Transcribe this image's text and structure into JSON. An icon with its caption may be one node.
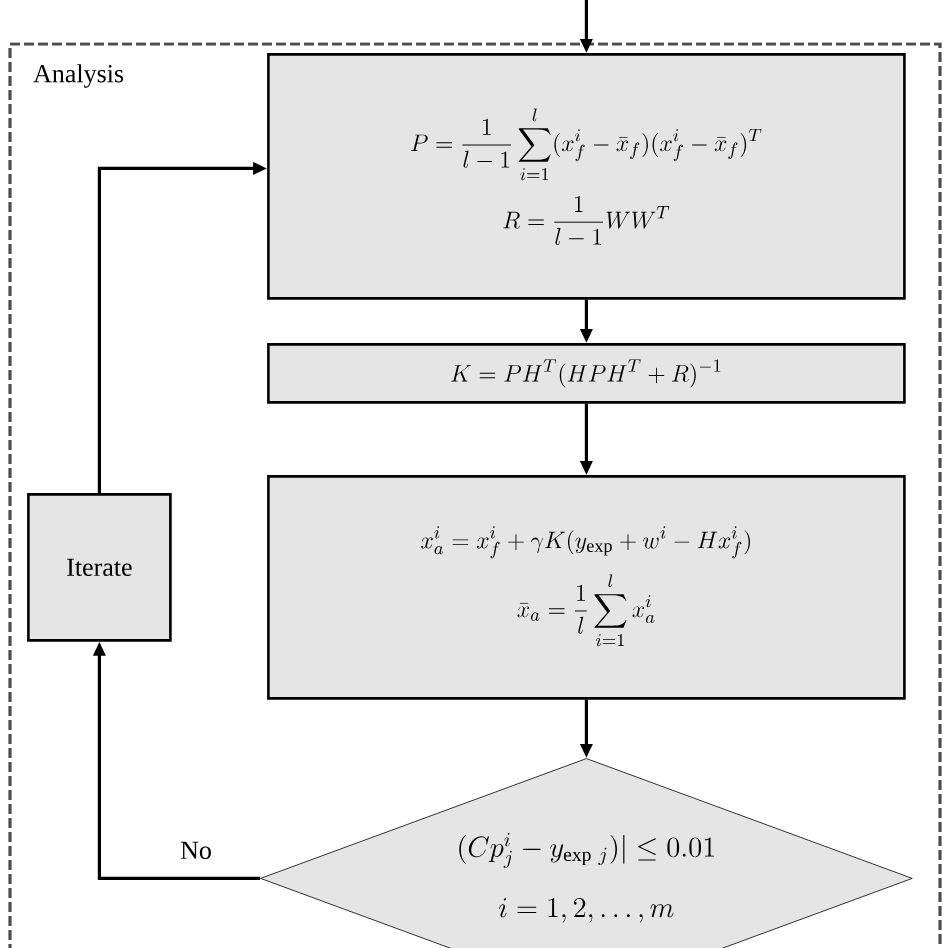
{
  "diagram": {
    "nodes": [
      {
        "text": [
          "Analysis"
        ]
      },
      {
        "text": [
          "P=\\frac{1}{l-1}\\sum_{i=1}^{l}(x_f^i-\\bar{x}_f)(x_f^i-\\bar{x}_f)^T",
          "R=\\frac{1}{l-1}WW^T"
        ],
        "in": 0
      },
      {
        "text": [
          "K=PH^T(HPH^T+R)^{-1}"
        ],
        "in": 0
      },
      {
        "text": [
          "x_a^i=x_f^i+\\gamma K(y_{\\mathrm{exp}}+w^i-Hx_f^i)",
          "\\bar{x}_a=\\frac{1}{l}\\sum_{i=1}^{l}x_a^i"
        ],
        "in": 0
      },
      {
        "text": [
          "(Cp_j^i-y_{\\mathrm{exp}\\ j})|\\leq 0.01",
          "i=1,2,\\ldots,m"
        ],
        "in": 0
      },
      {
        "text": [
          "Iterate"
        ],
        "in": 0
      }
    ],
    "edges": [
      {
        "from": null,
        "to": 1,
        "arrow": "to"
      },
      {
        "from": 1,
        "to": 2,
        "arrow": "to"
      },
      {
        "from": 2,
        "to": 3,
        "arrow": "to"
      },
      {
        "from": 3,
        "to": 4,
        "arrow": "to"
      },
      {
        "from": 4,
        "to": 5,
        "arrow": "to",
        "label": "No"
      },
      {
        "from": 5,
        "to": 1,
        "arrow": "to"
      }
    ]
  }
}
